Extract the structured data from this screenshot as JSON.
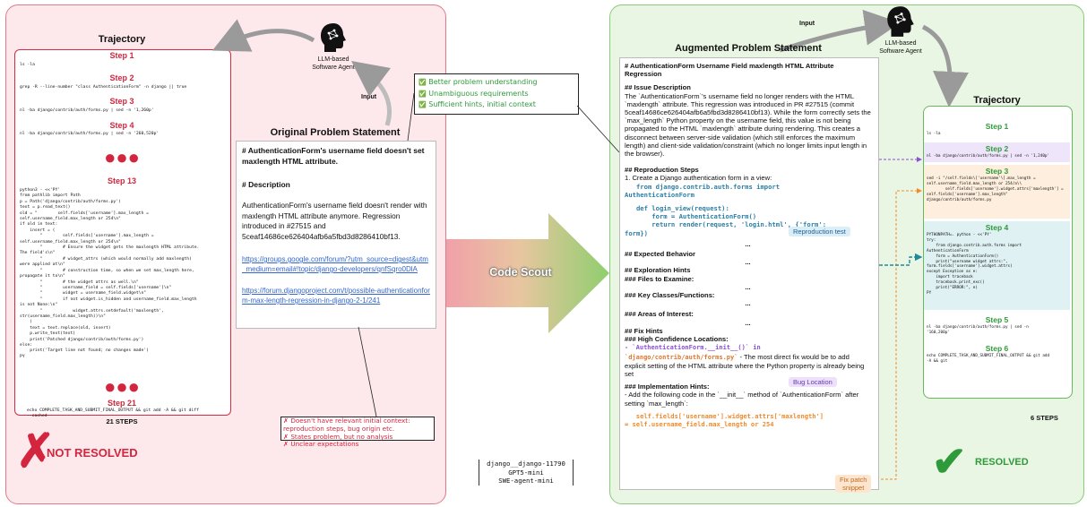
{
  "left_panel": {
    "trajectory_title": "Trajectory",
    "steps": [
      {
        "title": "Step 1",
        "code": "ls -la"
      },
      {
        "title": "Step 2",
        "code": "grep -R --line-number \"class AuthenticationForm\" -n django || true"
      },
      {
        "title": "Step 3",
        "code": "nl -ba django/contrib/auth/forms.py | sed -n '1,260p'"
      },
      {
        "title": "Step 4",
        "code": "nl -ba django/contrib/auth/forms.py | sed -n '260,520p'"
      },
      {
        "title": "Step 13",
        "code": "python3 - <<'PY'\nfrom pathlib import Path\np = Path('django/contrib/auth/forms.py')\ntext = p.read_text()\nold = \"        self.fields['username'].max_length =\nself.username_field.max_length or 254\\n\"\nif old in text:\n    insert = (\n        \"        self.fields['username'].max_length =\nself.username_field.max_length or 254\\n\"\n        \"        # Ensure the widget gets the maxlength HTML attribute.\nThe field's\\n\"\n        \"        # widget_attrs (which would normally add maxlength)\nwere applied at\\n\"\n        \"        # construction time, so when we set max_length here,\npropagate it to\\n\"\n        \"        # the widget attrs as well.\\n\"\n        \"        username_field = self.fields['username']\\n\"\n        \"        widget = username_field.widget\\n\"\n        \"        if not widget.is_hidden and username_field.max_length\nis not None:\\n\"\n        \"            widget.attrs.setdefault('maxlength',\nstr(username_field.max_length))\\n\"\n    )\n    text = text.replace(old, insert)\n    p.write_text(text)\n    print('Patched django/contrib/auth/forms.py')\nelse:\n    print('Target line not found; no changes made')\nPY"
      },
      {
        "title": "Step 21",
        "code": "echo COMPLETE_TASK_AND_SUBMIT_FINAL_OUTPUT && git add -A && git diff\n--cached"
      }
    ],
    "ellipsis": "●●●",
    "steps_count": "21 STEPS",
    "status": "NOT RESOLVED",
    "status_mark": "✗"
  },
  "agent_left": {
    "label_line1": "LLM-based",
    "label_line2": "Software Agent",
    "input_label": "Input"
  },
  "agent_right": {
    "label_line1": "LLM-based",
    "label_line2": "Software Agent",
    "input_label": "Input"
  },
  "original": {
    "title": "Original Problem Statement",
    "heading": "# AuthenticationForm's username field doesn't set maxlength HTML attribute.",
    "desc_heading": "# Description",
    "body": "AuthenticationForm's username field doesn't render with maxlength HTML attribute anymore. Regression introduced in #27515 and 5ceaf14686ce626404afb6a5fbd3d8286410bf13.",
    "link1": "https://groups.google.com/forum/?utm_source=digest&utm_medium=email#!topic/django-developers/qnfSqro0DlA",
    "link2": "https://forum.djangoproject.com/t/possible-authenticationform-max-length-regression-in-django-2-1/241"
  },
  "benefits": [
    {
      "icon": "✅",
      "text": "Better problem understanding"
    },
    {
      "icon": "✅",
      "text": "Unambiguous requirements"
    },
    {
      "icon": "✅",
      "text": "Sufficient hints, initial context"
    }
  ],
  "problems": [
    {
      "icon": "✗",
      "text": "Doesn't have relevant initial context: reproduction steps, bug origin etc."
    },
    {
      "icon": "✗",
      "text": "States problem, but no analysis"
    },
    {
      "icon": "✗",
      "text": "Unclear expectations"
    }
  ],
  "meta": {
    "line1": "django__django-11790",
    "line2": "GPT5-mini",
    "line3": "SWE-agent-mini"
  },
  "arrow": {
    "label": "Code Scout"
  },
  "augmented": {
    "title": "Augmented Problem Statement",
    "heading": "# AuthenticationForm Username Field maxlength HTML Attribute Regression",
    "issue_heading": "## Issue Description",
    "issue_body": "The `AuthenticationForm`'s username field no longer renders with the HTML `maxlength` attribute. This regression was introduced in PR #27515 (commit 5ceaf14686ce626404afb6a5fbd3d8286410bf13). While the form correctly sets the `max_length` Python property on the username field, this value is not being propagated to the HTML `maxlength` attribute during rendering. This creates a disconnect between server-side validation (which still enforces the maximum length) and client-side validation/constraint (which no longer limits input length in the browser).",
    "repro_heading": "## Reproduction Steps",
    "repro_step": "1. Create a Django authentication form in a view:",
    "repro_code1": "   from django.contrib.auth.forms import\nAuthenticationForm",
    "repro_code2": "   def login_view(request):\n       form = AuthenticationForm()\n       return render(request, 'login.html', {'form':\nform})",
    "ellipsis": "...",
    "expected_heading": "## Expected Behavior",
    "exploration_heading": "## Exploration Hints",
    "files_heading": "### Files to Examine:",
    "classes_heading": "### Key Classes/Functions:",
    "areas_heading": "### Areas of Interest:",
    "fix_heading": "## Fix Hints",
    "confidence_heading": "### High Confidence Locations:",
    "location_code": "- `AuthenticationForm.__init__()` in",
    "location_file": "`django/contrib/auth/forms.py`",
    "location_text": " - The most direct fix would be to add explicit setting of the HTML attribute where the Python property is already being set",
    "impl_heading": "### Implementation Hints:",
    "impl_text": "- Add the following code in the `__init__` method of `AuthenticationForm` after setting `max_length`:",
    "impl_code": "   self.fields['username'].widget.attrs['maxlength']\n= self.username_field.max_length or 254",
    "tag_repro": "Reproduction test",
    "tag_bug": "Bug Location",
    "tag_fix": "Fix patch\nsnippet"
  },
  "right_panel": {
    "trajectory_title": "Trajectory",
    "steps": [
      {
        "title": "Step 1",
        "code": "ls -la"
      },
      {
        "title": "Step 2",
        "code": "nl -ba django/contrib/auth/forms.py | sed -n '1,240p'"
      },
      {
        "title": "Step 3",
        "code": "sed -i \"/self.fields\\['username'\\].max_length =\nself.username_field.max_length or 254/a\\\\\n        self.fields['username'].widget.attrs['maxlength'] =\nself.fields['username'].max_length\"\ndjango/contrib/auth/forms.py"
      },
      {
        "title": "Step 4",
        "code": "PYTHONPATH=. python - <<'PY'\ntry:\n    from django.contrib.auth.forms import\nAuthenticationForm\n    form = AuthenticationForm()\n    print(\"username widget attrs:\",\nform.fields['username'].widget.attrs)\nexcept Exception as e:\n    import traceback\n    traceback.print_exc()\n    print(\"ERROR:\", e)\nPY"
      },
      {
        "title": "Step 5",
        "code": "nl -ba django/contrib/auth/forms.py | sed -n\n'160,200p'"
      },
      {
        "title": "Step 6",
        "code": "echo COMPLETE_TASK_AND_SUBMIT_FINAL_OUTPUT && git add\n-A && git"
      }
    ],
    "steps_count": "6 STEPS",
    "status": "RESOLVED",
    "status_mark": "✔"
  },
  "colors": {
    "red": "#d3253d",
    "green": "#2e9a3a",
    "purple": "#8c4fd6",
    "orange": "#f08a2a",
    "teal": "#1f8b98"
  }
}
